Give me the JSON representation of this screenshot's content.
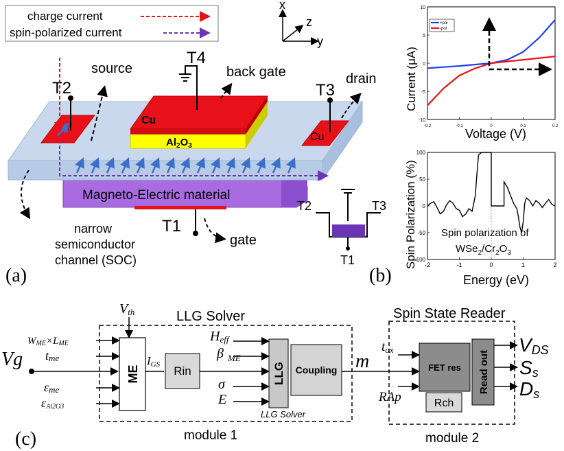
{
  "panel_a": {
    "legend": {
      "charge": "charge current",
      "spin": "spin-polarized current"
    },
    "axes": {
      "x": "x",
      "y": "y",
      "z": "z"
    },
    "terminals": {
      "t1": "T1",
      "t2": "T2",
      "t3": "T3",
      "t4": "T4"
    },
    "labels": {
      "source": "source",
      "back_gate": "back gate",
      "drain": "drain",
      "cu_left": "Cu",
      "cu_right": "Cu",
      "al2o3": "Al",
      "al2o3_sub": "2",
      "al2o3_o": "O",
      "al2o3_sub2": "3",
      "me_material": "Magneto-Electric material",
      "gate": "gate",
      "channel_1": "narrow",
      "channel_2": "semiconductor",
      "channel_3": "channel (SOC)"
    },
    "inset_terminals": {
      "t1": "T1",
      "t2": "T2",
      "t3": "T3"
    },
    "panel_label": "(a)"
  },
  "panel_b": {
    "panel_label": "(b)",
    "chart_data": [
      {
        "type": "line",
        "xlabel": "Voltage (V)",
        "ylabel": "Current (μA)",
        "xlim": [
          -0.2,
          0.2
        ],
        "ylim": [
          -10,
          10
        ],
        "xticks": [
          "-0.2",
          "-0.1",
          "0",
          "0.1",
          "0.2"
        ],
        "yticks": [
          "10",
          "5",
          "0",
          "-5",
          "-10"
        ],
        "legend_position": "top-left",
        "series": [
          {
            "name": "+pol",
            "color": "#1f3fff",
            "x": [
              -0.2,
              -0.15,
              -0.1,
              -0.05,
              0,
              0.05,
              0.1,
              0.15,
              0.2
            ],
            "y": [
              -0.9,
              -0.7,
              -0.5,
              -0.25,
              0,
              0.6,
              2.0,
              4.5,
              7.7
            ]
          },
          {
            "name": "-pol",
            "color": "#ee1111",
            "x": [
              -0.2,
              -0.15,
              -0.1,
              -0.05,
              0,
              0.05,
              0.1,
              0.15,
              0.2
            ],
            "y": [
              -7.5,
              -4.5,
              -2.2,
              -0.9,
              0,
              0.3,
              0.6,
              0.9,
              1.2
            ]
          }
        ]
      },
      {
        "type": "line",
        "xlabel": "Energy (eV)",
        "ylabel": "Spin Polarization (%)",
        "xlim": [
          -2,
          2
        ],
        "ylim": [
          -100,
          100
        ],
        "xticks": [
          "-2",
          "-1",
          "0",
          "1",
          "2"
        ],
        "yticks": [
          "100",
          "50",
          "0",
          "-50",
          "-100"
        ],
        "annotation_1": "Spin polarization of",
        "annotation_2": "WSe",
        "annotation_2_sub": "2",
        "annotation_3": "/Cr",
        "annotation_3_sub": "2",
        "annotation_4": "O",
        "annotation_4_sub": "3",
        "series": [
          {
            "name": "",
            "color": "#000000",
            "x": [
              -2,
              -1.9,
              -1.8,
              -1.7,
              -1.6,
              -1.5,
              -1.4,
              -1.3,
              -1.2,
              -1.1,
              -1.0,
              -0.9,
              -0.8,
              -0.7,
              -0.6,
              -0.5,
              -0.45,
              -0.4,
              -0.3,
              -0.2,
              -0.1,
              0.0,
              0.0,
              0.4,
              0.4,
              0.5,
              0.6,
              0.7,
              0.8,
              0.85,
              0.9,
              0.95,
              1.0,
              1.05,
              1.1,
              1.2,
              1.3,
              1.4,
              1.5,
              1.6,
              1.7,
              1.8,
              1.9,
              2.0
            ],
            "y": [
              0,
              5,
              8,
              -3,
              -15,
              -10,
              2,
              10,
              5,
              -5,
              -8,
              -20,
              -15,
              -5,
              -10,
              20,
              60,
              95,
              100,
              100,
              100,
              100,
              0,
              0,
              45,
              35,
              20,
              5,
              -5,
              -20,
              -40,
              -50,
              -30,
              5,
              15,
              10,
              0,
              10,
              5,
              -3,
              5,
              12,
              3,
              0
            ]
          }
        ]
      }
    ]
  },
  "panel_c": {
    "panel_label": "(c)",
    "llg_solver_title": "LLG Solver",
    "reader_title": "Spin State Reader",
    "module1": "module 1",
    "module2": "module 2",
    "llg_solver_italic": "LLG Solver",
    "inputs": {
      "vg": "Vg",
      "vth": "V",
      "vth_sub": "th",
      "w": "W",
      "w_sub": "ME",
      "times": "×",
      "l": "L",
      "l_sub": "ME",
      "t": "t",
      "t_sub": "me",
      "eps_me": "ε",
      "eps_me_sub": "me",
      "eps_al": "ε",
      "eps_al_sub": "Al2O3",
      "h": "H",
      "h_sub": "eff",
      "beta": "β",
      "beta_sub": "ME",
      "sigma": "σ",
      "e": "E",
      "tox": "t",
      "tox_sub": "ox",
      "rap": "RAp"
    },
    "blocks": {
      "me": "ME",
      "rin": "Rin",
      "llg": "LLG",
      "coupling": "Coupling",
      "fet": "FET res",
      "rch": "Rch",
      "readout": "Read out"
    },
    "signals": {
      "igs": "I",
      "igs_sub": "GS",
      "m": "m"
    },
    "outputs": {
      "vds": "V",
      "vds_sub": "DS",
      "ss": "S",
      "ss_sub": "s",
      "ds": "D",
      "ds_sub": "s"
    }
  }
}
